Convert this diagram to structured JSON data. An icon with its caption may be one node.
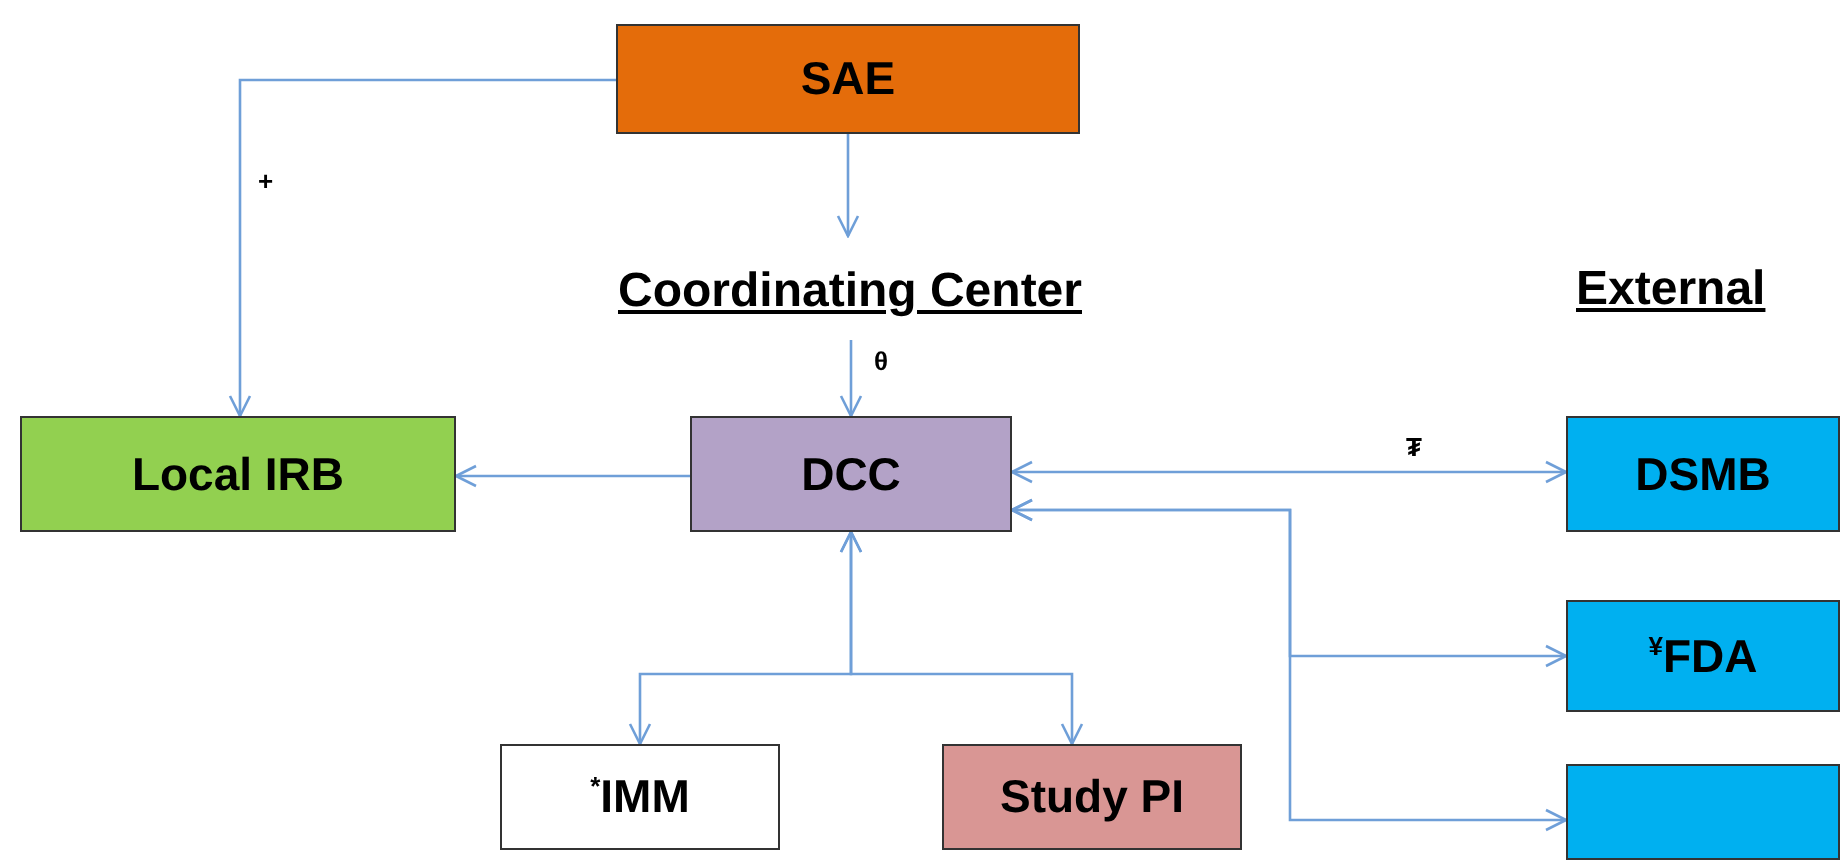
{
  "diagram": {
    "nodes": [
      {
        "text": [
          "SAE"
        ]
      },
      {
        "text": [
          "Coordinating Center"
        ]
      },
      {
        "text": [
          "Local IRB"
        ]
      },
      {
        "text": [
          "DCC"
        ]
      },
      {
        "text": [
          "DSMB"
        ]
      },
      {
        "text": [
          "$^{¥}$FDA"
        ]
      },
      {
        "text": [],
        "shape": "box"
      },
      {
        "text": [
          "$^{*}$IMM"
        ]
      },
      {
        "text": [
          "Study PI"
        ]
      }
    ],
    "edges": [
      {
        "from": 0,
        "to": 2,
        "arrow": "to",
        "label": "+"
      },
      {
        "from": 0,
        "to": 1,
        "arrow": "to"
      },
      {
        "from": 1,
        "to": 3,
        "arrow": "to",
        "label": "θ"
      },
      {
        "from": 3,
        "to": 2,
        "arrow": "to"
      },
      {
        "from": 3,
        "to": 4,
        "arrow": "both",
        "label": "₮"
      },
      {
        "from": 3,
        "to": 5,
        "arrow": "both"
      },
      {
        "from": 3,
        "to": 6,
        "arrow": "both"
      },
      {
        "from": 3,
        "to": 7,
        "arrow": "both"
      },
      {
        "from": 3,
        "to": 8,
        "arrow": "both"
      }
    ],
    "labels": [
      "External"
    ]
  }
}
